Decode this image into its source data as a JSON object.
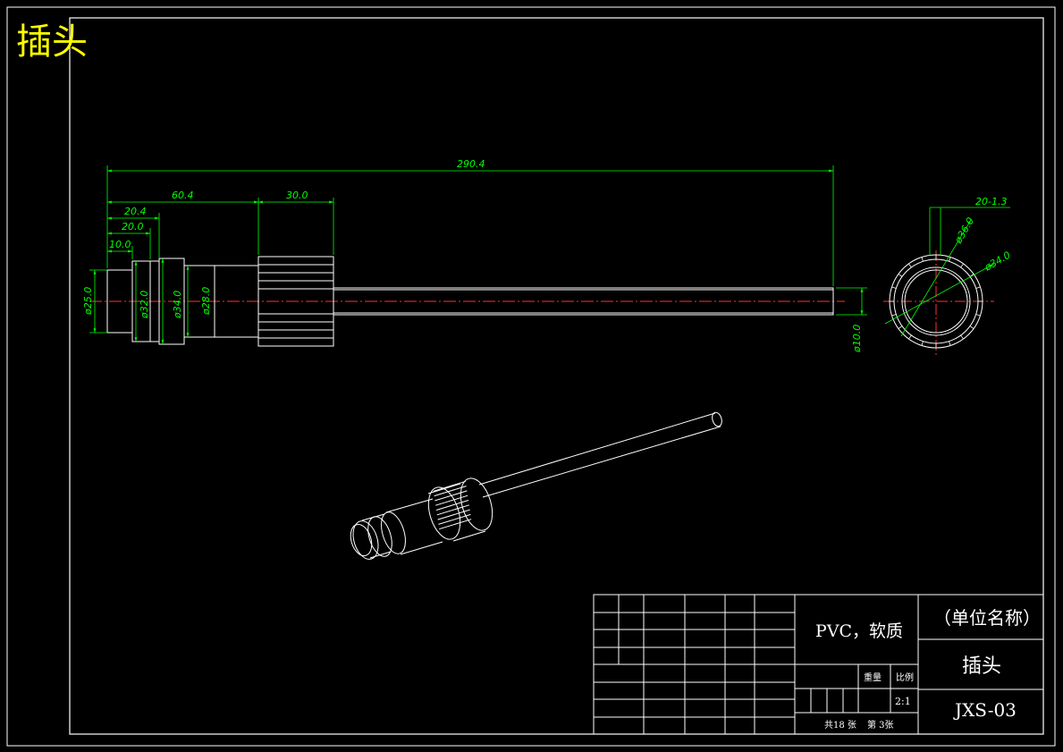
{
  "title": "插头",
  "dimensions": {
    "overall_length": "290.4",
    "length_60": "60.4",
    "length_30": "30.0",
    "length_20_4": "20.4",
    "length_20": "20.0",
    "length_10": "10.0",
    "dia_25": "ø25.0",
    "dia_32": "ø32.0",
    "dia_34": "ø34.0",
    "dia_28": "ø28.0",
    "dia_10": "ø10.0",
    "side_dia_36": "ø36.0",
    "side_dia_34": "ø34.0",
    "side_teeth": "20-1.3"
  },
  "title_block": {
    "material": "PVC，软质",
    "company": "（单位名称）",
    "part_name": "插头",
    "quantity_label": "重量",
    "scale_label": "比例",
    "scale": "2:1",
    "sheets": "共18 张",
    "sheet_no": "第 3张",
    "drawing_no": "JXS-03"
  },
  "colors": {
    "background": "#000000",
    "lines": "#ffffff",
    "dimensions": "#00ff00",
    "centerline": "#ff0000",
    "title": "#ffff00"
  }
}
